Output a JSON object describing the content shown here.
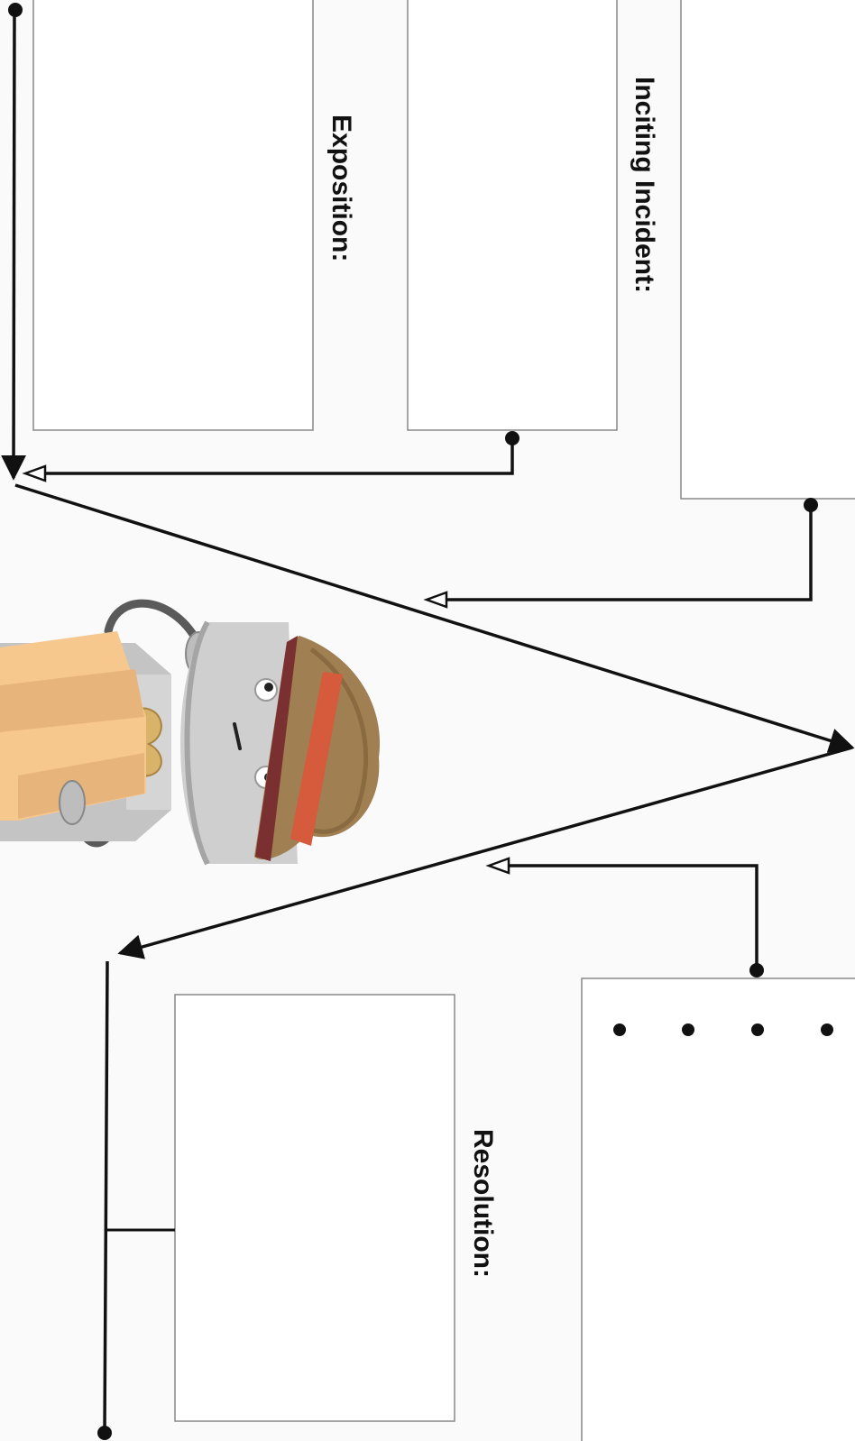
{
  "labels": {
    "exposition": "Exposition:",
    "inciting_incident": "Inciting Incident:",
    "resolution": "Resolution:"
  },
  "colors": {
    "background": "#fafafa",
    "line": "#111111",
    "box_border": "#888888",
    "hat_main": "#a07f52",
    "hat_band": "#d65a3c",
    "robot_body": "#c9c9c9",
    "map": "#f7c88e"
  },
  "illustration": {
    "name": "robot-explorer-with-map"
  }
}
